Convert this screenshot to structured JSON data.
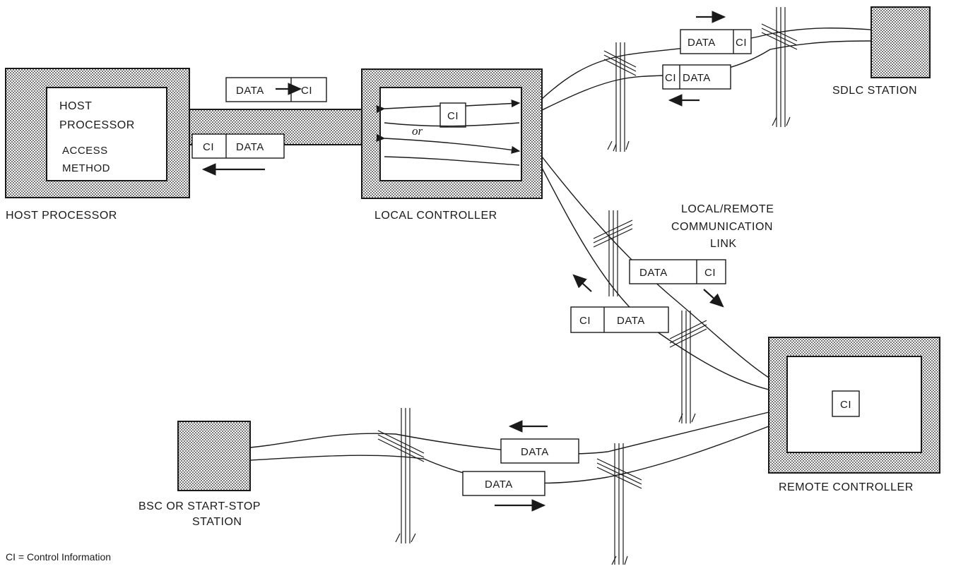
{
  "host": {
    "inner_line1": "HOST",
    "inner_line2": "PROCESSOR",
    "inner_line3": "ACCESS",
    "inner_line4": "METHOD",
    "caption": "HOST PROCESSOR"
  },
  "local_controller": {
    "caption": "LOCAL CONTROLLER",
    "ci_label": "CI",
    "or_label": "or"
  },
  "remote_controller": {
    "caption": "REMOTE CONTROLLER",
    "ci_label": "CI"
  },
  "sdlc_station": {
    "caption": "SDLC STATION"
  },
  "bsc_station": {
    "caption_line1": "BSC OR START-STOP",
    "caption_line2": "STATION"
  },
  "link": {
    "line1": "LOCAL/REMOTE",
    "line2": "COMMUNICATION",
    "line3": "LINK"
  },
  "packets": {
    "data": "DATA",
    "ci": "CI"
  },
  "legend": "CI = Control Information"
}
